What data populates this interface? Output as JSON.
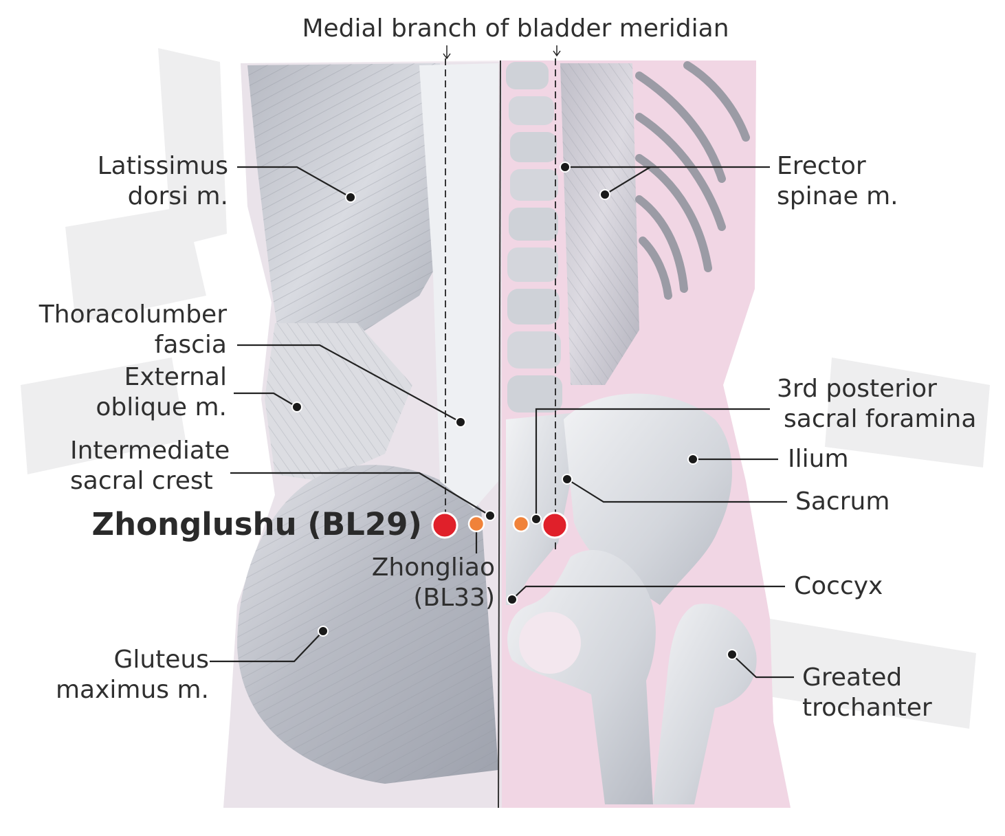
{
  "title": "Medial branch of bladder meridian",
  "main_point": {
    "label": "Zhonglushu (BL29)",
    "color": "#e0202a"
  },
  "secondary_point": {
    "label_line1": "Zhongliao",
    "label_line2": "(BL33)",
    "color": "#f0823a"
  },
  "labels": {
    "latissimus": [
      "Latissimus",
      "dorsi m."
    ],
    "thoracolumbar": [
      "Thoracolumber",
      "fascia"
    ],
    "external_oblique": [
      "External",
      "oblique m."
    ],
    "intermediate_crest": [
      "Intermediate",
      "sacral crest"
    ],
    "gluteus": [
      "Gluteus",
      "maximus m."
    ],
    "erector": [
      "Erector",
      "spinae m."
    ],
    "foramina": [
      "3rd posterior",
      "sacral foramina"
    ],
    "ilium": "Ilium",
    "sacrum": "Sacrum",
    "coccyx": "Coccyx",
    "trochanter": [
      "Greated",
      "trochanter"
    ]
  },
  "colors": {
    "body_tint": "#f1d6e4",
    "muscle": "#c9ccd4",
    "bone": "#e4e6ea",
    "leader": "#222222"
  }
}
